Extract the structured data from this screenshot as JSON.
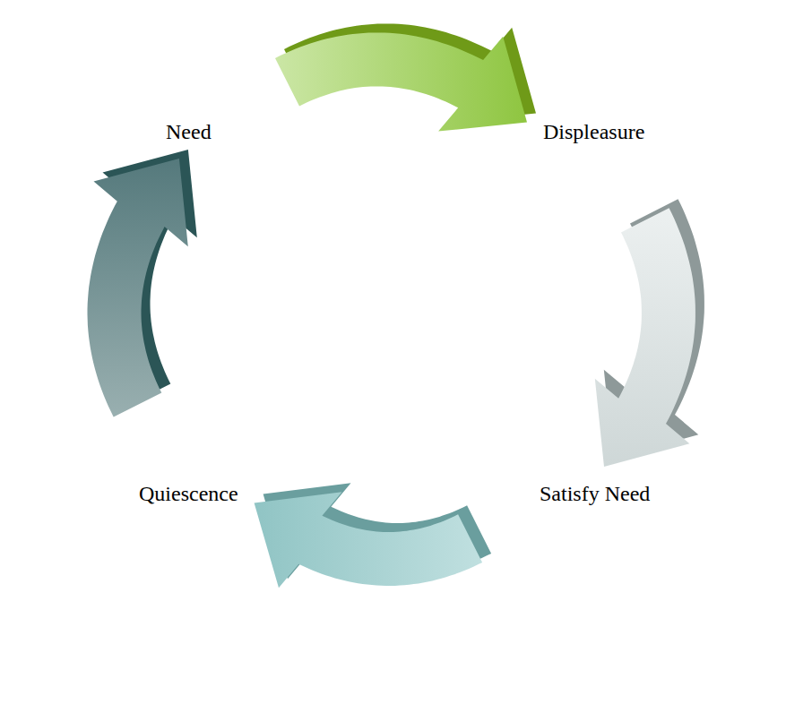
{
  "diagram": {
    "nodes": [
      {
        "text": [
          "Need"
        ]
      },
      {
        "text": [
          "Displeasure"
        ]
      },
      {
        "text": [
          "Satisfy Need"
        ]
      },
      {
        "text": [
          "Quiescence"
        ]
      }
    ],
    "edges": [
      {
        "from": 0,
        "to": 1,
        "arrow": "to"
      },
      {
        "from": 1,
        "to": 2,
        "arrow": "to"
      },
      {
        "from": 2,
        "to": 3,
        "arrow": "to"
      },
      {
        "from": 3,
        "to": 0,
        "arrow": "to"
      }
    ]
  }
}
